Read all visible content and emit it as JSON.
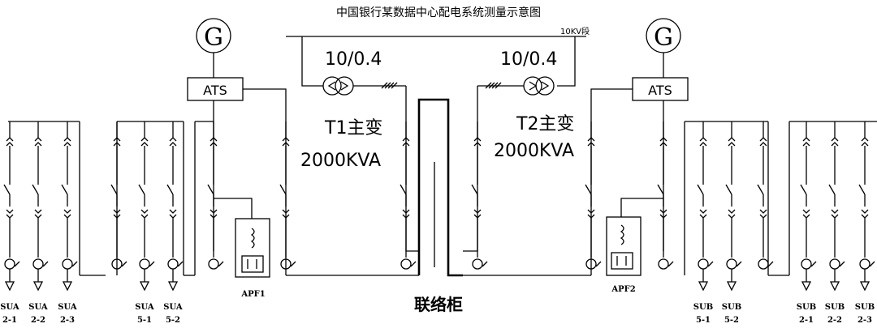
{
  "title": "中国银行某数据中心配电系统测量示意图",
  "bus_label": "10KV段",
  "transformers": [
    {
      "ratio": "10/0.4",
      "name": "T1主变",
      "capacity": "2000KVA"
    },
    {
      "ratio": "10/0.4",
      "name": "T2主变",
      "capacity": "2000KVA"
    }
  ],
  "generators": [
    {
      "symbol": "G"
    },
    {
      "symbol": "G"
    }
  ],
  "ats": [
    {
      "label": "ATS"
    },
    {
      "label": "ATS"
    }
  ],
  "apf": [
    {
      "label": "APF1"
    },
    {
      "label": "APF2"
    }
  ],
  "tie_cabinet": "联络柜",
  "left_feeders": [
    {
      "l1": "SUA",
      "l2": "2-1"
    },
    {
      "l1": "SUA",
      "l2": "2-2"
    },
    {
      "l1": "SUA",
      "l2": "2-3"
    },
    {
      "l1": "SUA",
      "l2": "5-1"
    },
    {
      "l1": "SUA",
      "l2": "5-2"
    }
  ],
  "right_feeders": [
    {
      "l1": "SUB",
      "l2": "5-1"
    },
    {
      "l1": "SUB",
      "l2": "5-2"
    },
    {
      "l1": "SUB",
      "l2": "2-1"
    },
    {
      "l1": "SUB",
      "l2": "2-2"
    },
    {
      "l1": "SUB",
      "l2": "2-3"
    }
  ]
}
